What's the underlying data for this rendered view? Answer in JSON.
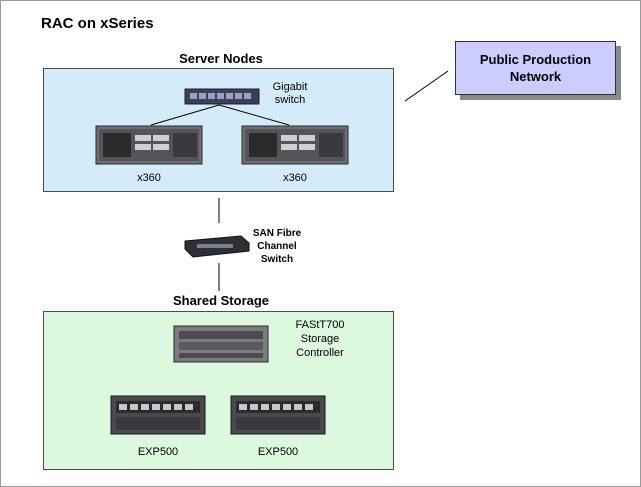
{
  "diagram": {
    "title": "RAC on xSeries",
    "server_nodes": {
      "heading": "Server Nodes",
      "switch_label": "Gigabit switch",
      "servers": [
        "x360",
        "x360"
      ]
    },
    "network": {
      "label": "Public Production Network"
    },
    "san_switch": {
      "label": "SAN Fibre Channel Switch"
    },
    "shared_storage": {
      "heading": "Shared Storage",
      "controller_label": "FAStT700 Storage Controller",
      "expansions": [
        "EXP500",
        "EXP500"
      ]
    }
  },
  "colors": {
    "server_panel": "#d4ecfa",
    "storage_panel": "#dcf8df",
    "network_box": "#ccccff"
  }
}
